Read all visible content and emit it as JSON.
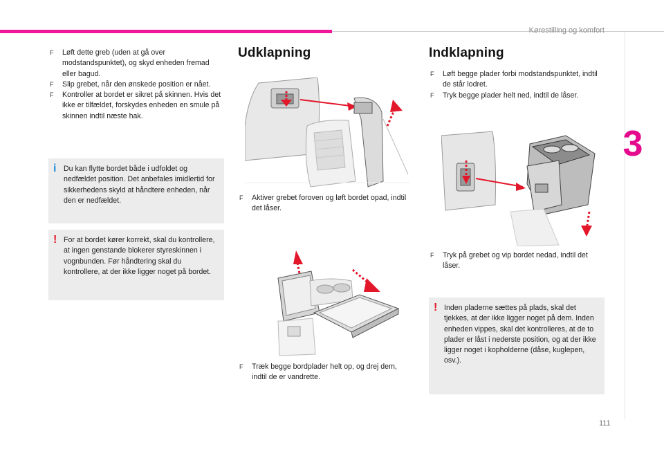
{
  "header": {
    "title": "Kørestilling og komfort"
  },
  "chapter_number": "3",
  "page_number": "111",
  "left": {
    "bullets": [
      "Løft dette greb (uden at gå over modstandspunktet), og skyd enheden fremad eller bagud.",
      "Slip grebet, når den ønskede position er nået.",
      "Kontroller at bordet er sikret på skinnen. Hvis det ikke er tilfældet, forskydes enheden en smule på skinnen indtil næste hak."
    ],
    "info_note": "Du kan flytte bordet både i udfoldet og nedfældet position. Det anbefales imidlertid for sikkerhedens skyld at håndtere enheden, når den er nedfældet.",
    "warning_note": "For at bordet kører korrekt, skal du kontrollere, at ingen genstande blokerer styreskinnen i vognbunden. Før håndtering skal du kontrollere, at der ikke ligger noget på bordet."
  },
  "middle": {
    "heading": "Udklapning",
    "step1": "Aktiver grebet foroven og løft bordet opad, indtil det låser.",
    "step2": "Træk begge bordplader helt op, og drej dem, indtil de er vandrette."
  },
  "right": {
    "heading": "Indklapning",
    "bullets": [
      "Løft begge plader forbi modstandspunktet, indtil de står lodret.",
      "Tryk begge plader helt ned, indtil de låser."
    ],
    "step3": "Tryk på grebet og vip bordet nedad, indtil det låser.",
    "warning_note": "Inden pladerne sættes på plads, skal det tjekkes, at der ikke ligger noget på dem. Inden enheden vippes, skal det kontrolleres, at de to plader er låst i nederste position, og at der ikke ligger noget i kopholderne (dåse, kuglepen, osv.)."
  },
  "icons": {
    "bullet": "F",
    "info": "i",
    "warning": "!"
  },
  "colors": {
    "accent": "#e50a8d",
    "arrow": "#e3172a",
    "info": "#2a8fd6",
    "note_bg": "#ececec"
  }
}
